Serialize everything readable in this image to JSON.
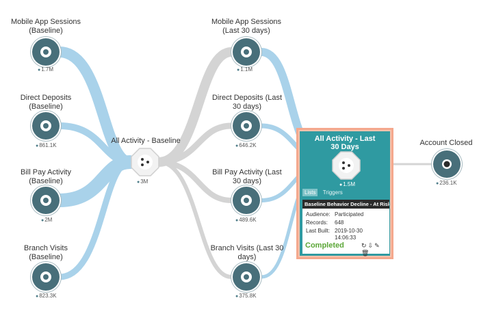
{
  "colors": {
    "flow_active": "#a9d2ea",
    "flow_inactive": "#d4d4d4",
    "node": "#486f7a",
    "card_bg": "#2f9aa1",
    "card_border": "#f5a88d",
    "completed": "#5aa636"
  },
  "sources": [
    {
      "label": "Mobile App Sessions (Baseline)",
      "count": "1.7M",
      "icon": "github-icon"
    },
    {
      "label": "Direct Deposits (Baseline)",
      "count": "861.1K",
      "icon": "github-icon"
    },
    {
      "label": "Bill Pay Activity (Baseline)",
      "count": "2M",
      "icon": "github-icon"
    },
    {
      "label": "Branch Visits (Baseline)",
      "count": "823.3K",
      "icon": "github-icon"
    }
  ],
  "baseline_hub": {
    "label": "All Activity - Baseline",
    "count": "3M",
    "icon": "split-icon"
  },
  "recent": [
    {
      "label": "Mobile App Sessions (Last 30 days)",
      "count": "1.1M",
      "icon": "github-icon"
    },
    {
      "label": "Direct Deposits (Last 30 days)",
      "count": "646.2K",
      "icon": "github-icon"
    },
    {
      "label": "Bill Pay Activity (Last 30 days)",
      "count": "489.6K",
      "icon": "github-icon"
    },
    {
      "label": "Branch Visits (Last 30 days)",
      "count": "375.8K",
      "icon": "github-icon"
    }
  ],
  "card": {
    "title": "All Activity - Last 30 Days",
    "count": "1.5M",
    "tabs": [
      "Lists",
      "Triggers"
    ],
    "list_name": "Baseline Behavior Decline - At Risk",
    "audience_key": "Audience:",
    "audience_val": "Participated",
    "records_key": "Records:",
    "records_val": "648",
    "built_key": "Last Built:",
    "built_val_1": "2019-10-30",
    "built_val_2": "14:06:33",
    "status": "Completed",
    "actions": [
      "refresh-icon",
      "download-icon",
      "edit-icon",
      "delete-icon"
    ]
  },
  "target": {
    "label": "Account Closed",
    "count": "236.1K",
    "icon": "target-icon"
  }
}
